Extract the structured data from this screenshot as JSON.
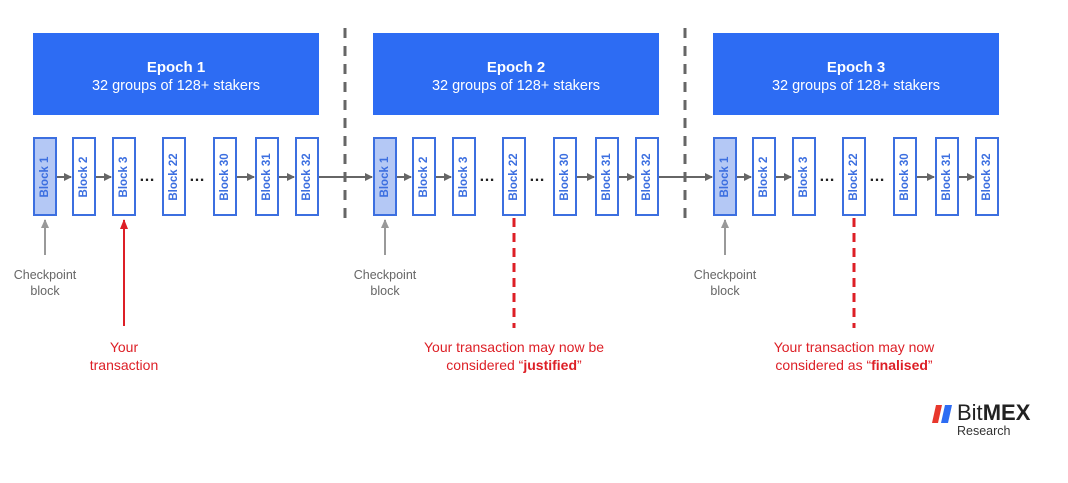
{
  "epochs": [
    {
      "title": "Epoch 1",
      "subtitle": "32 groups of 128+ stakers",
      "blocks": [
        "Block 1",
        "Block 2",
        "Block 3",
        "Block 22",
        "Block 30",
        "Block 31",
        "Block 32"
      ],
      "checkpoint_label": [
        "Checkpoint",
        "block"
      ],
      "annotation": {
        "line1": "Your",
        "line2": "transaction",
        "emphasis": ""
      }
    },
    {
      "title": "Epoch 2",
      "subtitle": "32 groups of 128+ stakers",
      "blocks": [
        "Block 1",
        "Block 2",
        "Block 3",
        "Block 22",
        "Block 30",
        "Block 31",
        "Block 32"
      ],
      "checkpoint_label": [
        "Checkpoint",
        "block"
      ],
      "annotation": {
        "line1": "Your transaction may now be",
        "line2_prefix": "considered “",
        "emphasis": "justified",
        "line2_suffix": "”"
      }
    },
    {
      "title": "Epoch 3",
      "subtitle": "32 groups of 128+ stakers",
      "blocks": [
        "Block 1",
        "Block 2",
        "Block 3",
        "Block 22",
        "Block 30",
        "Block 31",
        "Block 32"
      ],
      "checkpoint_label": [
        "Checkpoint",
        "block"
      ],
      "annotation": {
        "line1": "Your transaction may now",
        "line2_prefix": "considered as “",
        "emphasis": "finalised",
        "line2_suffix": "”"
      }
    }
  ],
  "ellipsis": "…",
  "logo": {
    "brand_light": "Bit",
    "brand_bold": "MEX",
    "sub": "Research"
  },
  "colors": {
    "epoch_fill": "#2d6cf3",
    "block_border": "#3c6fe0",
    "checkpoint_fill": "#b4c8f5",
    "arrow_gray": "#666666",
    "annotation_red": "#dd1f26",
    "divider": "#666666"
  }
}
